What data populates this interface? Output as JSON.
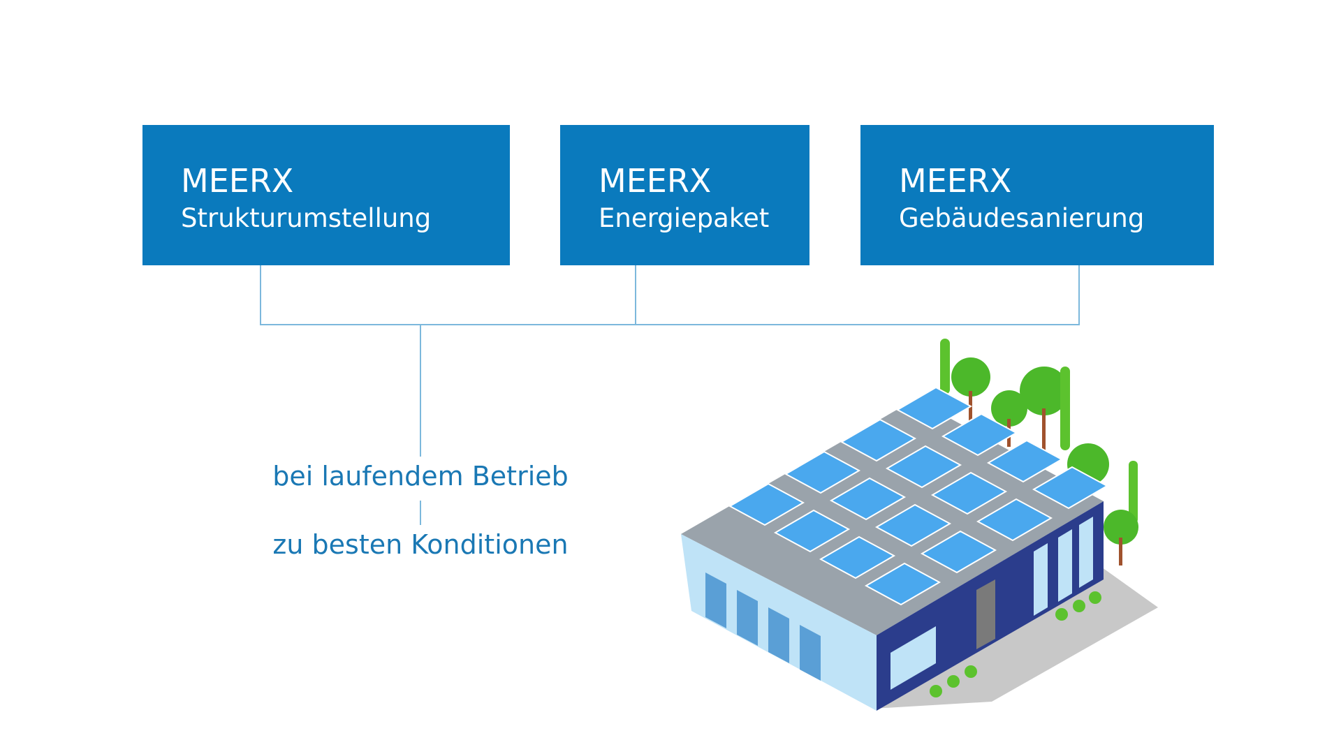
{
  "boxes": [
    {
      "brand": "MEERX",
      "label": "Strukturumstellung"
    },
    {
      "brand": "MEERX",
      "label": "Energiepaket"
    },
    {
      "brand": "MEERX",
      "label": "Gebäudesanierung"
    }
  ],
  "captions": {
    "first": "bei laufendem Betrieb",
    "second": "zu besten Konditionen"
  },
  "colors": {
    "box": "#0a7abd",
    "line": "#7cb8dc",
    "text": "#1a78b4"
  }
}
